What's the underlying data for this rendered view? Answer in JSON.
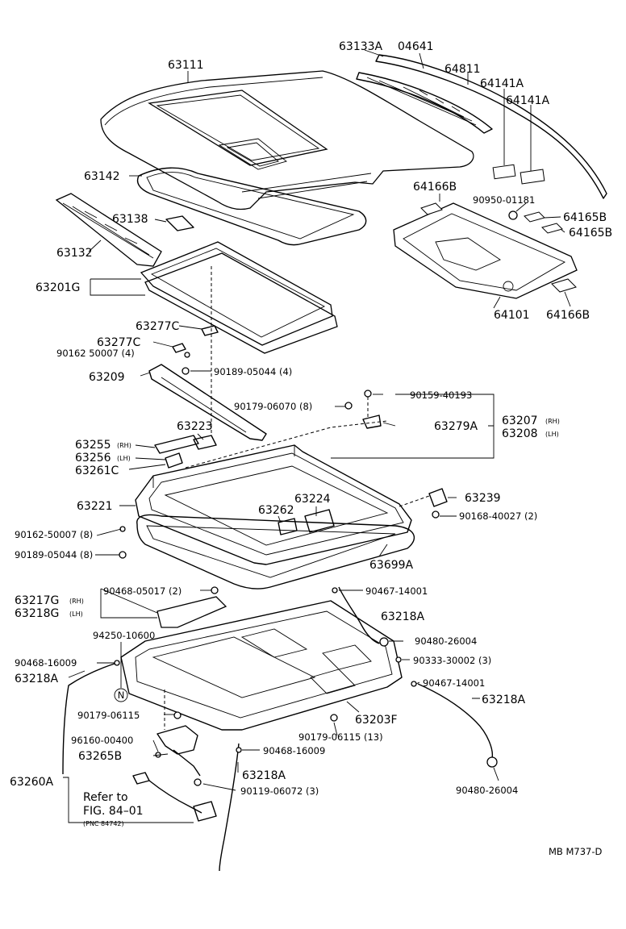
{
  "diagram_code": "MB M737-D",
  "refer": {
    "line1": "Refer to",
    "line2": "FIG. 84–01",
    "line3": "(PNC 84742)"
  },
  "labels": {
    "p63111": "63111",
    "p63133A": "63133A",
    "p04641": "04641",
    "p64811": "64811",
    "p64141A_1": "64141A",
    "p64141A_2": "64141A",
    "p63142": "63142",
    "p64166B_1": "64166B",
    "p90950": "90950-01181",
    "p64165B_1": "64165B",
    "p64165B_2": "64165B",
    "p63138": "63138",
    "p63132": "63132",
    "p63201G": "63201G",
    "p64101": "64101",
    "p64166B_2": "64166B",
    "p63277C_1": "63277C",
    "p63277C_2": "63277C",
    "p90162_1": "90162 50007 (4)",
    "p63209": "63209",
    "p90189_1": "90189-05044 (4)",
    "p90179_06070": "90179-06070 (8)",
    "p90159": "90159-40193",
    "p63223": "63223",
    "p63279A": "63279A",
    "p63207": "63207",
    "p63207_side": "(RH)",
    "p63208": "63208",
    "p63208_side": "(LH)",
    "p63255": "63255",
    "p63255_side": "(RH)",
    "p63256": "63256",
    "p63256_side": "(LH)",
    "p63261C": "63261C",
    "p63221": "63221",
    "p63224": "63224",
    "p63239": "63239",
    "p63262": "63262",
    "p90168": "90168-40027 (2)",
    "p90162_2": "90162-50007 (8)",
    "p90189_2": "90189-05044 (8)",
    "p63699A": "63699A",
    "p90468_05017": "90468-05017 (2)",
    "p90467_1": "90467-14001",
    "p63217G": "63217G",
    "p63217G_side": "(RH)",
    "p63218G": "63218G",
    "p63218G_side": "(LH)",
    "p63218A_1": "63218A",
    "p94250": "94250-10600",
    "p90480_1": "90480-26004",
    "p90468_16009_1": "90468-16009",
    "p90333": "90333-30002 (3)",
    "p63218A_2": "63218A",
    "p90467_2": "90467-14001",
    "p63218A_3": "63218A",
    "p90179_06115_1": "90179-06115",
    "p63203F": "63203F",
    "p96160": "96160-00400",
    "p90179_06115_2": "90179-06115 (13)",
    "p63265B": "63265B",
    "p90468_16009_2": "90468-16009",
    "p63260A": "63260A",
    "p63218A_4": "63218A",
    "p90119": "90119-06072 (3)",
    "p90480_2": "90480-26004",
    "circle_n": "N"
  }
}
